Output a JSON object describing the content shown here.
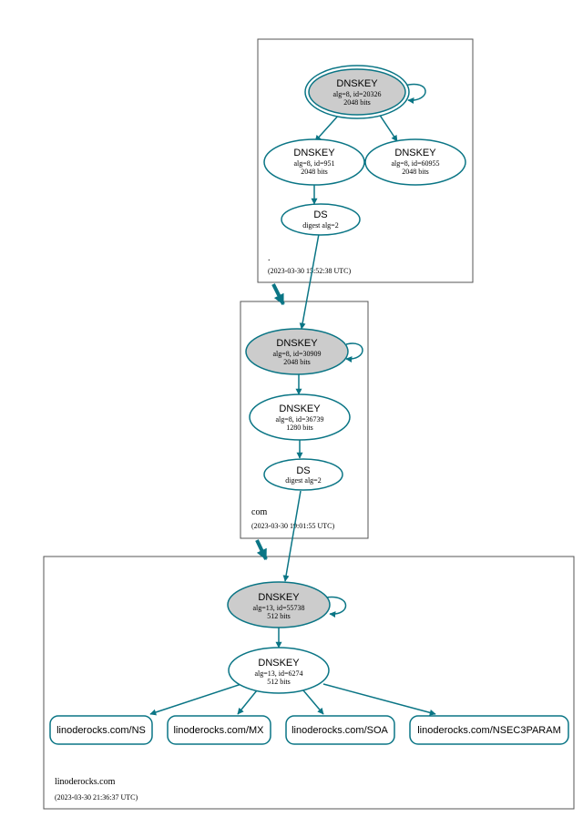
{
  "colors": {
    "edge": "#0a7585",
    "ksk_fill": "#cccccc",
    "node_fill": "#ffffff",
    "zone_border": "#555555",
    "text": "#000000"
  },
  "zones": [
    {
      "id": "root",
      "name": ".",
      "timestamp": "(2023-03-30 15:52:38 UTC)"
    },
    {
      "id": "com",
      "name": "com",
      "timestamp": "(2023-03-30 19:01:55 UTC)"
    },
    {
      "id": "linoderocks",
      "name": "linoderocks.com",
      "timestamp": "(2023-03-30 21:36:37 UTC)"
    }
  ],
  "nodes": {
    "root_ksk": {
      "title": "DNSKEY",
      "detail": "alg=8, id=20326",
      "bits": "2048 bits"
    },
    "root_zsk1": {
      "title": "DNSKEY",
      "detail": "alg=8, id=951",
      "bits": "2048 bits"
    },
    "root_zsk2": {
      "title": "DNSKEY",
      "detail": "alg=8, id=60955",
      "bits": "2048 bits"
    },
    "root_ds": {
      "title": "DS",
      "detail": "digest alg=2"
    },
    "com_ksk": {
      "title": "DNSKEY",
      "detail": "alg=8, id=30909",
      "bits": "2048 bits"
    },
    "com_zsk": {
      "title": "DNSKEY",
      "detail": "alg=8, id=36739",
      "bits": "1280 bits"
    },
    "com_ds": {
      "title": "DS",
      "detail": "digest alg=2"
    },
    "lr_ksk": {
      "title": "DNSKEY",
      "detail": "alg=13, id=55738",
      "bits": "512 bits"
    },
    "lr_zsk": {
      "title": "DNSKEY",
      "detail": "alg=13, id=6274",
      "bits": "512 bits"
    }
  },
  "rrsets": [
    {
      "id": "ns",
      "label": "linoderocks.com/NS"
    },
    {
      "id": "mx",
      "label": "linoderocks.com/MX"
    },
    {
      "id": "soa",
      "label": "linoderocks.com/SOA"
    },
    {
      "id": "nsec3param",
      "label": "linoderocks.com/NSEC3PARAM"
    }
  ]
}
